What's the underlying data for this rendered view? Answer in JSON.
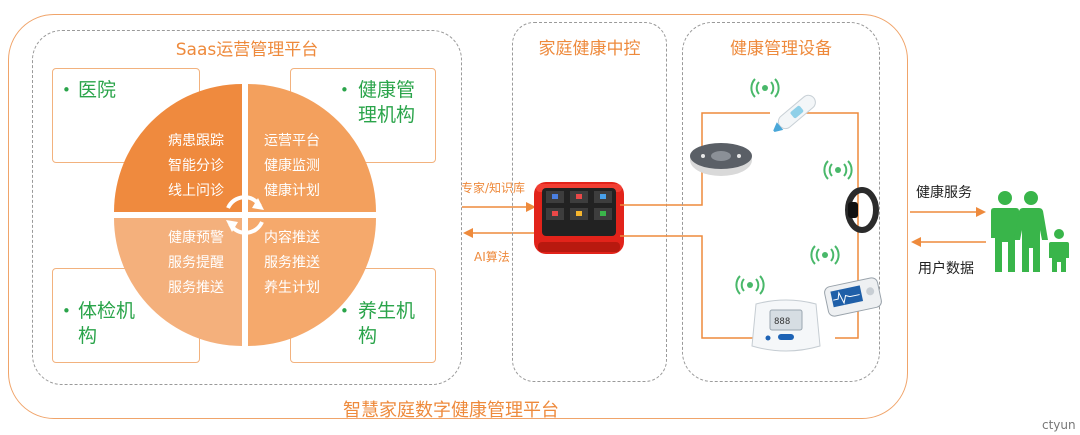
{
  "diagram": {
    "footer_title": "智慧家庭数字健康管理平台",
    "saas_panel": {
      "title": "Saas运营管理平台",
      "corners": {
        "top_left": "医院",
        "top_right": "健康管\n理机构",
        "bottom_left": "体检机\n构",
        "bottom_right": "养生机\n构"
      },
      "quadrants": {
        "top_left": [
          "病患跟踪",
          "智能分诊",
          "线上问诊"
        ],
        "top_right": [
          "运营平台",
          "健康监测",
          "健康计划"
        ],
        "bottom_left": [
          "健康预警",
          "服务提醒",
          "服务推送"
        ],
        "bottom_right": [
          "内容推送",
          "服务推送",
          "养生计划"
        ]
      }
    },
    "hub_panel": {
      "title": "家庭健康中控",
      "arrow_in_label": "专家/知识库",
      "arrow_out_label": "AI算法"
    },
    "device_panel": {
      "title": "健康管理设备",
      "devices": [
        "thermometer-device",
        "smart-speaker-device",
        "fitness-band-device",
        "ecg-monitor-device",
        "blood-pressure-monitor-device"
      ]
    },
    "user_side": {
      "service_label": "健康服务",
      "data_label": "用户数据",
      "icon": "family-icon"
    },
    "brand": "ctyun"
  },
  "colors": {
    "orange": "#ee8a3c",
    "orange_dark": "#ef8a3e",
    "orange_light": "#f4b07c",
    "green": "#2aa44a",
    "family_green": "#39b54a",
    "wifi_green": "#49b86a",
    "hub_red": "#e2231a"
  }
}
